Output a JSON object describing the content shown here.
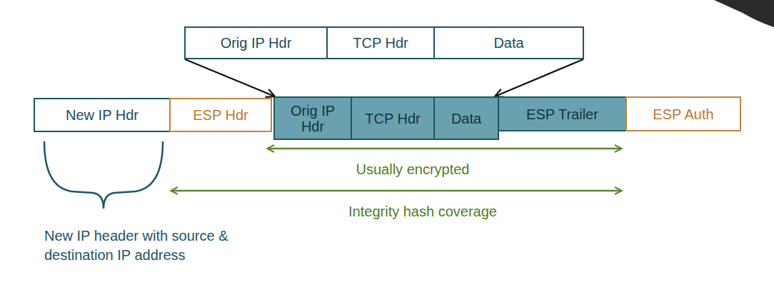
{
  "diagram": {
    "nodes": [
      {
        "text": [
          "Orig IP Hdr"
        ]
      },
      {
        "text": [
          "TCP Hdr"
        ]
      },
      {
        "text": [
          "Data"
        ]
      },
      {
        "text": [
          "New IP Hdr"
        ]
      },
      {
        "text": [
          "ESP Hdr"
        ]
      },
      {
        "text": [
          "Orig IP Hdr"
        ]
      },
      {
        "text": [
          "TCP Hdr"
        ]
      },
      {
        "text": [
          "Data"
        ]
      },
      {
        "text": [
          "ESP Trailer"
        ]
      },
      {
        "text": [
          "ESP Auth"
        ]
      }
    ],
    "edges": [
      {
        "from": 0,
        "to": 5,
        "arrow": "to"
      },
      {
        "from": 2,
        "to": 7,
        "arrow": "to"
      }
    ],
    "labels": [
      "Usually encrypted",
      "Integrity hash coverage",
      "New IP header with source & destination IP address"
    ]
  }
}
